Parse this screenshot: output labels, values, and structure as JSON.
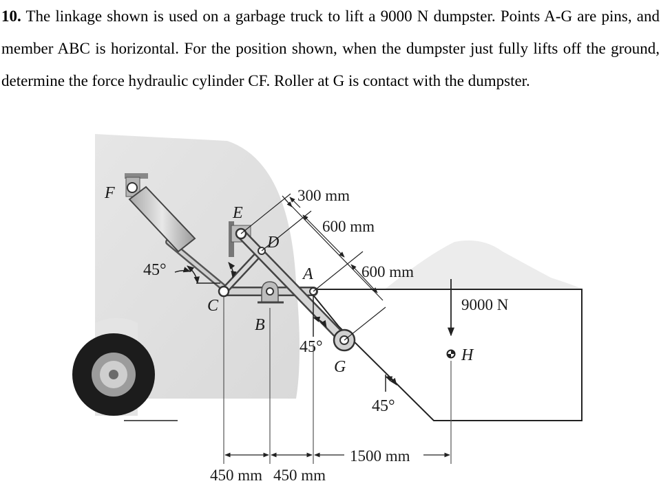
{
  "problem": {
    "number": "10.",
    "text": "The linkage shown is used on a garbage truck to lift a 9000 N dumpster. Points A-G are pins, and member ABC is horizontal. For the position shown, when the dumpster just fully lifts off the ground, determine the force hydraulic cylinder CF. Roller at G is contact with the dumpster."
  },
  "figure": {
    "points": {
      "F": "F",
      "E": "E",
      "D": "D",
      "A": "A",
      "C": "C",
      "B": "B",
      "G": "G",
      "H": "H"
    },
    "angles": {
      "cylinder": "45°",
      "dg_link": "45°",
      "dumpster_side": "45°"
    },
    "dimensions": {
      "ed": "300 mm",
      "da": "600 mm",
      "ag": "600 mm",
      "cb": "450 mm",
      "ba": "450 mm",
      "a_to_h": "1500 mm"
    },
    "load": "9000 N"
  }
}
